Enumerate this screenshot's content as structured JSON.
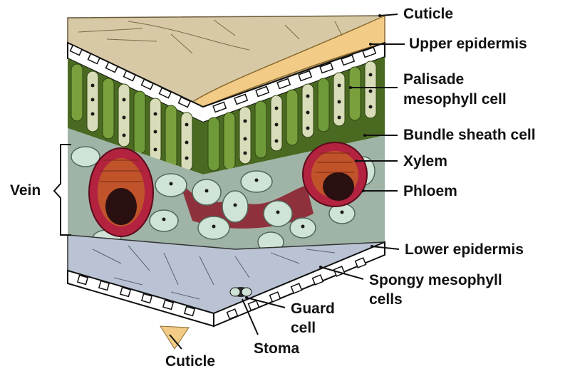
{
  "labels": {
    "cuticle_top": "Cuticle",
    "upper_epidermis": "Upper epidermis",
    "palisade_line1": "Palisade",
    "palisade_line2": "mesophyll cell",
    "bundle_sheath": "Bundle sheath cell",
    "xylem": "Xylem",
    "phloem": "Phloem",
    "vein": "Vein",
    "lower_epidermis": "Lower epidermis",
    "spongy_line1": "Spongy mesophyll",
    "spongy_line2": "cells",
    "guard_line1": "Guard",
    "guard_line2": "cell",
    "stoma": "Stoma",
    "cuticle_bottom": "Cuticle"
  },
  "colors": {
    "cuticle": "#f2cc86",
    "epidermis_cell": "#ffffff",
    "epidermis_outline": "#1a1a1a",
    "palisade_green": "#6f9a3a",
    "palisade_pale": "#d9dcb8",
    "spongy_cell": "#cfe3d6",
    "lower_surface": "#b9c3d3",
    "bundle_sheath": "#b3233f",
    "xylem": "#c0532a",
    "phloem": "#2a1010",
    "airspace": "#8b1a2a"
  }
}
